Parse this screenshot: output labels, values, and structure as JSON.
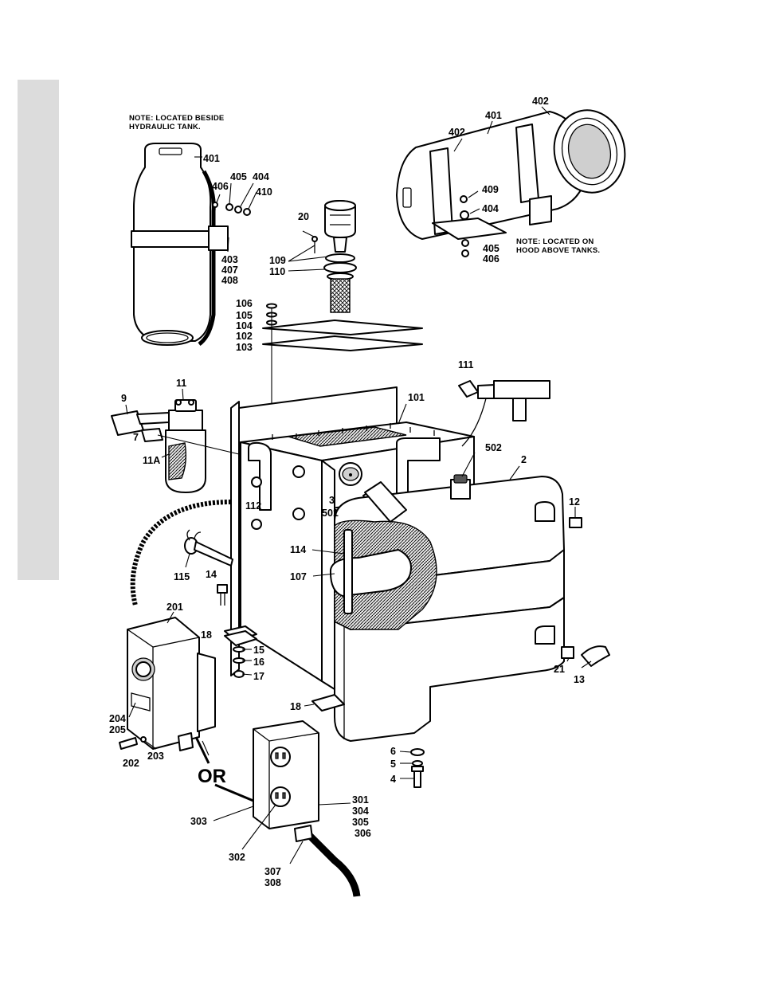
{
  "notes": {
    "hydraulic_line1": "NOTE: LOCATED BESIDE",
    "hydraulic_line2": "HYDRAULIC TANK.",
    "hood_line1": "NOTE: LOCATED ON",
    "hood_line2": "HOOD ABOVE TANKS."
  },
  "or_label": "OR",
  "labels": {
    "l401a": "401",
    "l405a": "405",
    "l404a": "404",
    "l406a": "406",
    "l410": "410",
    "l403": "403",
    "l407": "407",
    "l408": "408",
    "l402a": "402",
    "l402b": "402",
    "l401b": "401",
    "l409": "409",
    "l404b": "404",
    "l405b": "405",
    "l406b": "406",
    "l20": "20",
    "l109": "109",
    "l110": "110",
    "l106": "106",
    "l105": "105",
    "l104": "104",
    "l102": "102",
    "l103": "103",
    "l111": "111",
    "l101": "101",
    "l9": "9",
    "l11": "11",
    "l7": "7",
    "l11A": "11A",
    "l502": "502",
    "l2": "2",
    "l3": "3",
    "l501": "501",
    "l112": "112",
    "l12": "12",
    "l114": "114",
    "l107": "107",
    "l115": "115",
    "l14": "14",
    "l201": "201",
    "l18a": "18",
    "l15": "15",
    "l16": "16",
    "l17": "17",
    "l21": "21",
    "l13": "13",
    "l18b": "18",
    "l204": "204",
    "l205": "205",
    "l202": "202",
    "l203": "203",
    "l6": "6",
    "l5": "5",
    "l4": "4",
    "l301": "301",
    "l304": "304",
    "l305": "305",
    "l306": "306",
    "l303": "303",
    "l302": "302",
    "l307": "307",
    "l308": "308"
  }
}
